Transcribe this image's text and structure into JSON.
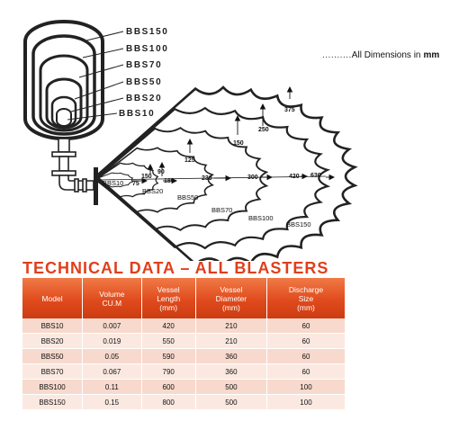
{
  "vessels": [
    "BBS150",
    "BBS100",
    "BBS70",
    "BBS50",
    "BBS20",
    "BBS10"
  ],
  "dimension_note": {
    "dots": "..........",
    "text": "All Dimensions in",
    "unit": "mm"
  },
  "zones": {
    "rings": [
      "BBS10",
      "BBS20",
      "BBS50",
      "BBS70",
      "BBS100",
      "BBS150"
    ],
    "horizontal": [
      "75",
      "180",
      "230",
      "300",
      "420",
      "630"
    ],
    "vertical": [
      "150",
      "90",
      "125",
      "150",
      "250",
      "375"
    ]
  },
  "table": {
    "title": "TECHNICAL DATA – ALL BLASTERS",
    "headers": [
      [
        "Model"
      ],
      [
        "Volume",
        "CU.M"
      ],
      [
        "Vessel",
        "Length",
        "(mm)"
      ],
      [
        "Vessel",
        "Diameter",
        "(mm)"
      ],
      [
        "Discharge",
        "Size",
        "(mm)"
      ]
    ],
    "rows": [
      [
        "BBS10",
        "0.007",
        "420",
        "210",
        "60"
      ],
      [
        "BBS20",
        "0.019",
        "550",
        "210",
        "60"
      ],
      [
        "BBS50",
        "0.05",
        "590",
        "360",
        "60"
      ],
      [
        "BBS70",
        "0.067",
        "790",
        "360",
        "60"
      ],
      [
        "BBS100",
        "0.11",
        "600",
        "500",
        "100"
      ],
      [
        "BBS150",
        "0.15",
        "800",
        "500",
        "100"
      ]
    ]
  }
}
